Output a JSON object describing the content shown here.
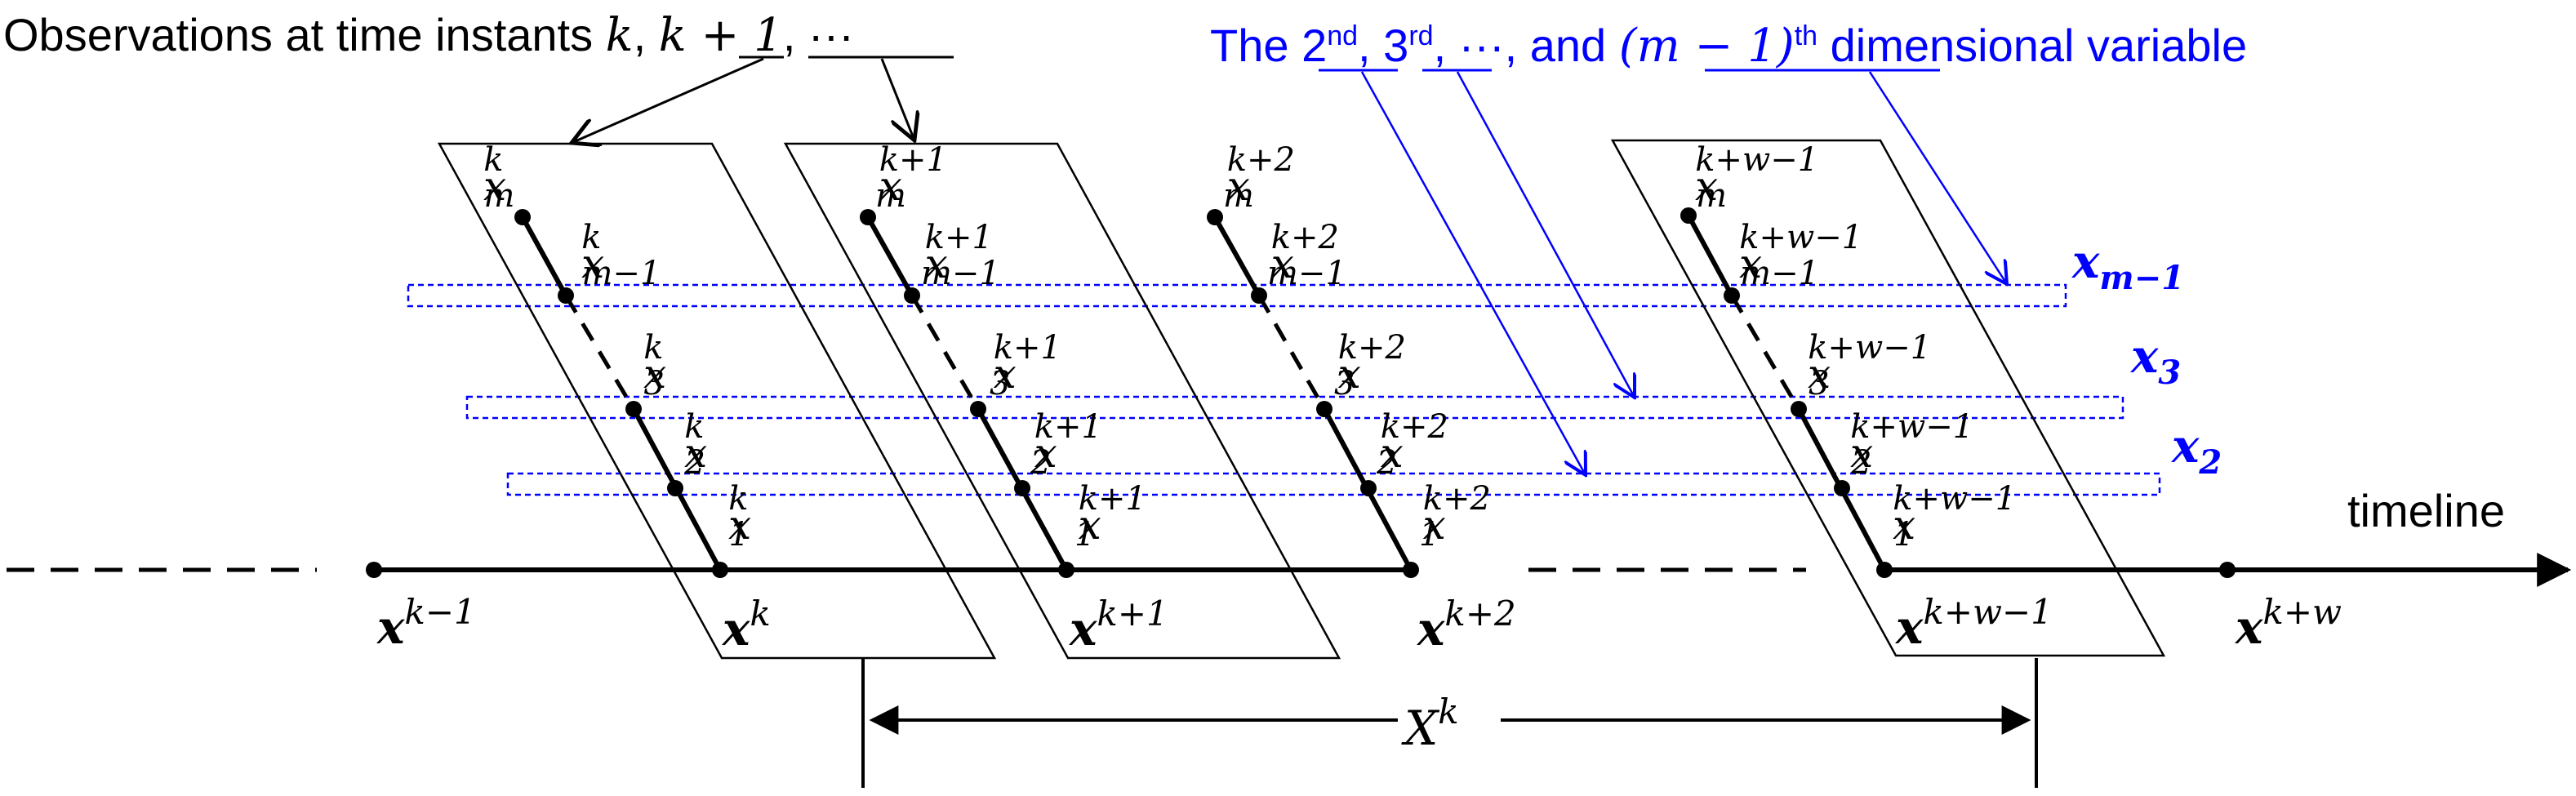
{
  "top_left": {
    "prefix": "Observations at time instants ",
    "k": "k",
    "comma1": ", ",
    "k_plus_1": "k + 1",
    "suffix": ", ···"
  },
  "top_right": {
    "the": "The ",
    "second": "2",
    "second_sup": "nd",
    "comma1": ", ",
    "third": "3",
    "third_sup": "rd",
    "middle": ", ···, and ",
    "m_minus_1": "(m − 1)",
    "m_minus_1_sup": "th",
    "suffix": " dimensional variable"
  },
  "row_labels": {
    "x_m_minus_1": {
      "base": "x",
      "sub": "m−1"
    },
    "x_3": {
      "base": "x",
      "sub": "3"
    },
    "x_2": {
      "base": "x",
      "sub": "2"
    }
  },
  "timeline_label": "timeline",
  "columns": [
    {
      "xm": "k",
      "xm1": "k",
      "x3": "k",
      "x2": "k",
      "x1": "k",
      "state": "k"
    },
    {
      "xm": "k+1",
      "xm1": "k+1",
      "x3": "k+1",
      "x2": "k+1",
      "x1": "k+1",
      "state": "k+1"
    },
    {
      "xm": "k+2",
      "xm1": "k+2",
      "x3": "k+2",
      "x2": "k+2",
      "x1": "k+2",
      "state": "k+2"
    },
    {
      "xm": "k+w−1",
      "xm1": "k+w−1",
      "x3": "k+w−1",
      "x2": "k+w−1",
      "x1": "k+w−1",
      "state": "k+w−1"
    }
  ],
  "subscripts": {
    "m": "m",
    "m1": "m−1",
    "three": "3",
    "two": "2",
    "one": "1"
  },
  "state_before": "k−1",
  "state_after": "k+w",
  "state_base": "x",
  "obs_base": "x",
  "window": {
    "base": "X",
    "sup": "k"
  },
  "colors": {
    "black": "#000000",
    "blue": "#0000ff"
  }
}
